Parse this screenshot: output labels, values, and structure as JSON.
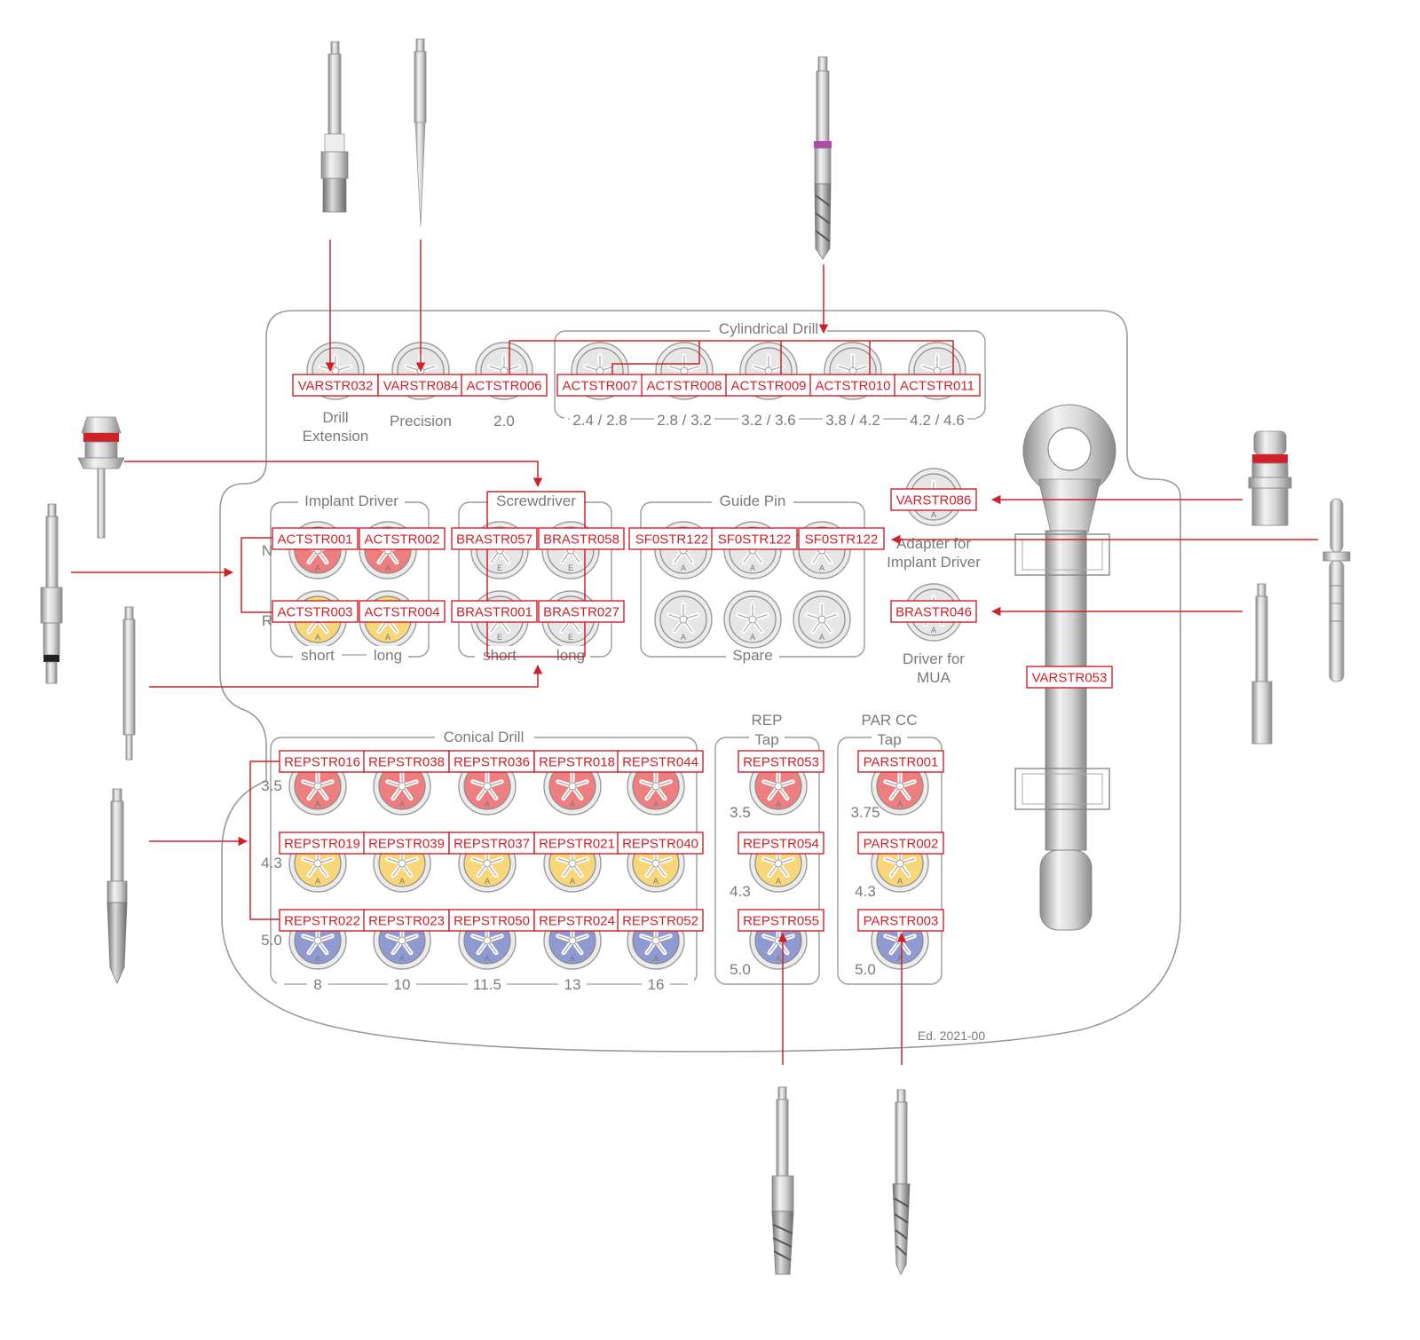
{
  "colors": {
    "accent_red": "#d0202a",
    "tray_outline": "#9a9a9a",
    "label_gray": "#7a7a7a",
    "cap_red": "#ee7f80",
    "cap_yellow": "#f7d77a",
    "cap_blue": "#8f9ad0",
    "cap_gray": "#e6e6e6",
    "purple_band": "#b04aa8"
  },
  "sections": {
    "cylindrical_drill": "Cylindrical Drill",
    "implant_driver": "Implant Driver",
    "screwdriver": "Screwdriver",
    "guide_pin": "Guide Pin",
    "conical_drill": "Conical Drill",
    "rep_tap_line1": "REP",
    "rep_tap_line2": "Tap",
    "par_tap_line1": "PAR CC",
    "par_tap_line2": "Tap",
    "spare": "Spare"
  },
  "captions": {
    "drill_extension_line1": "Drill",
    "drill_extension_line2": "Extension",
    "precision": "Precision",
    "size_20": "2.0",
    "cyl_sizes": [
      "2.4 / 2.8",
      "2.8 / 3.2",
      "3.2 / 3.6",
      "3.8 / 4.2",
      "4.2 / 4.6"
    ],
    "adapter_line1": "Adapter for",
    "adapter_line2": "Implant Driver",
    "mua_line1": "Driver for",
    "mua_line2": "MUA",
    "short": "short",
    "long": "long",
    "row_n": "N",
    "row_r": "R",
    "conical_rows": [
      "3.5",
      "4.3",
      "5.0"
    ],
    "conical_lengths": [
      "8",
      "10",
      "11.5",
      "13",
      "16"
    ],
    "rep_rows": [
      "3.5",
      "4.3",
      "5.0"
    ],
    "par_rows": [
      "3.75",
      "4.3",
      "5.0"
    ],
    "edition": "Ed. 2021-00"
  },
  "codes": {
    "top": [
      "VARSTR032",
      "VARSTR084",
      "ACTSTR006",
      "ACTSTR007",
      "ACTSTR008",
      "ACTSTR009",
      "ACTSTR010",
      "ACTSTR011"
    ],
    "implant_driver": [
      "ACTSTR001",
      "ACTSTR002",
      "ACTSTR003",
      "ACTSTR004"
    ],
    "screwdriver": [
      "BRASTR057",
      "BRASTR058",
      "BRASTR001",
      "BRASTR027"
    ],
    "guide_pin": [
      "SF0STR122",
      "SF0STR122",
      "SF0STR122"
    ],
    "adapter": "VARSTR086",
    "mua_driver": "BRASTR046",
    "ratchet": "VARSTR053",
    "conical_row1": [
      "REPSTR016",
      "REPSTR038",
      "REPSTR036",
      "REPSTR018",
      "REPSTR044"
    ],
    "conical_row2": [
      "REPSTR019",
      "REPSTR039",
      "REPSTR037",
      "REPSTR021",
      "REPSTR040"
    ],
    "conical_row3": [
      "REPSTR022",
      "REPSTR023",
      "REPSTR050",
      "REPSTR024",
      "REPSTR052"
    ],
    "rep_tap": [
      "REPSTR053",
      "REPSTR054",
      "REPSTR055"
    ],
    "par_tap": [
      "PARSTR001",
      "PARSTR002",
      "PARSTR003"
    ]
  },
  "cap_letters": {
    "implant": "A",
    "screwdriver": "E"
  }
}
